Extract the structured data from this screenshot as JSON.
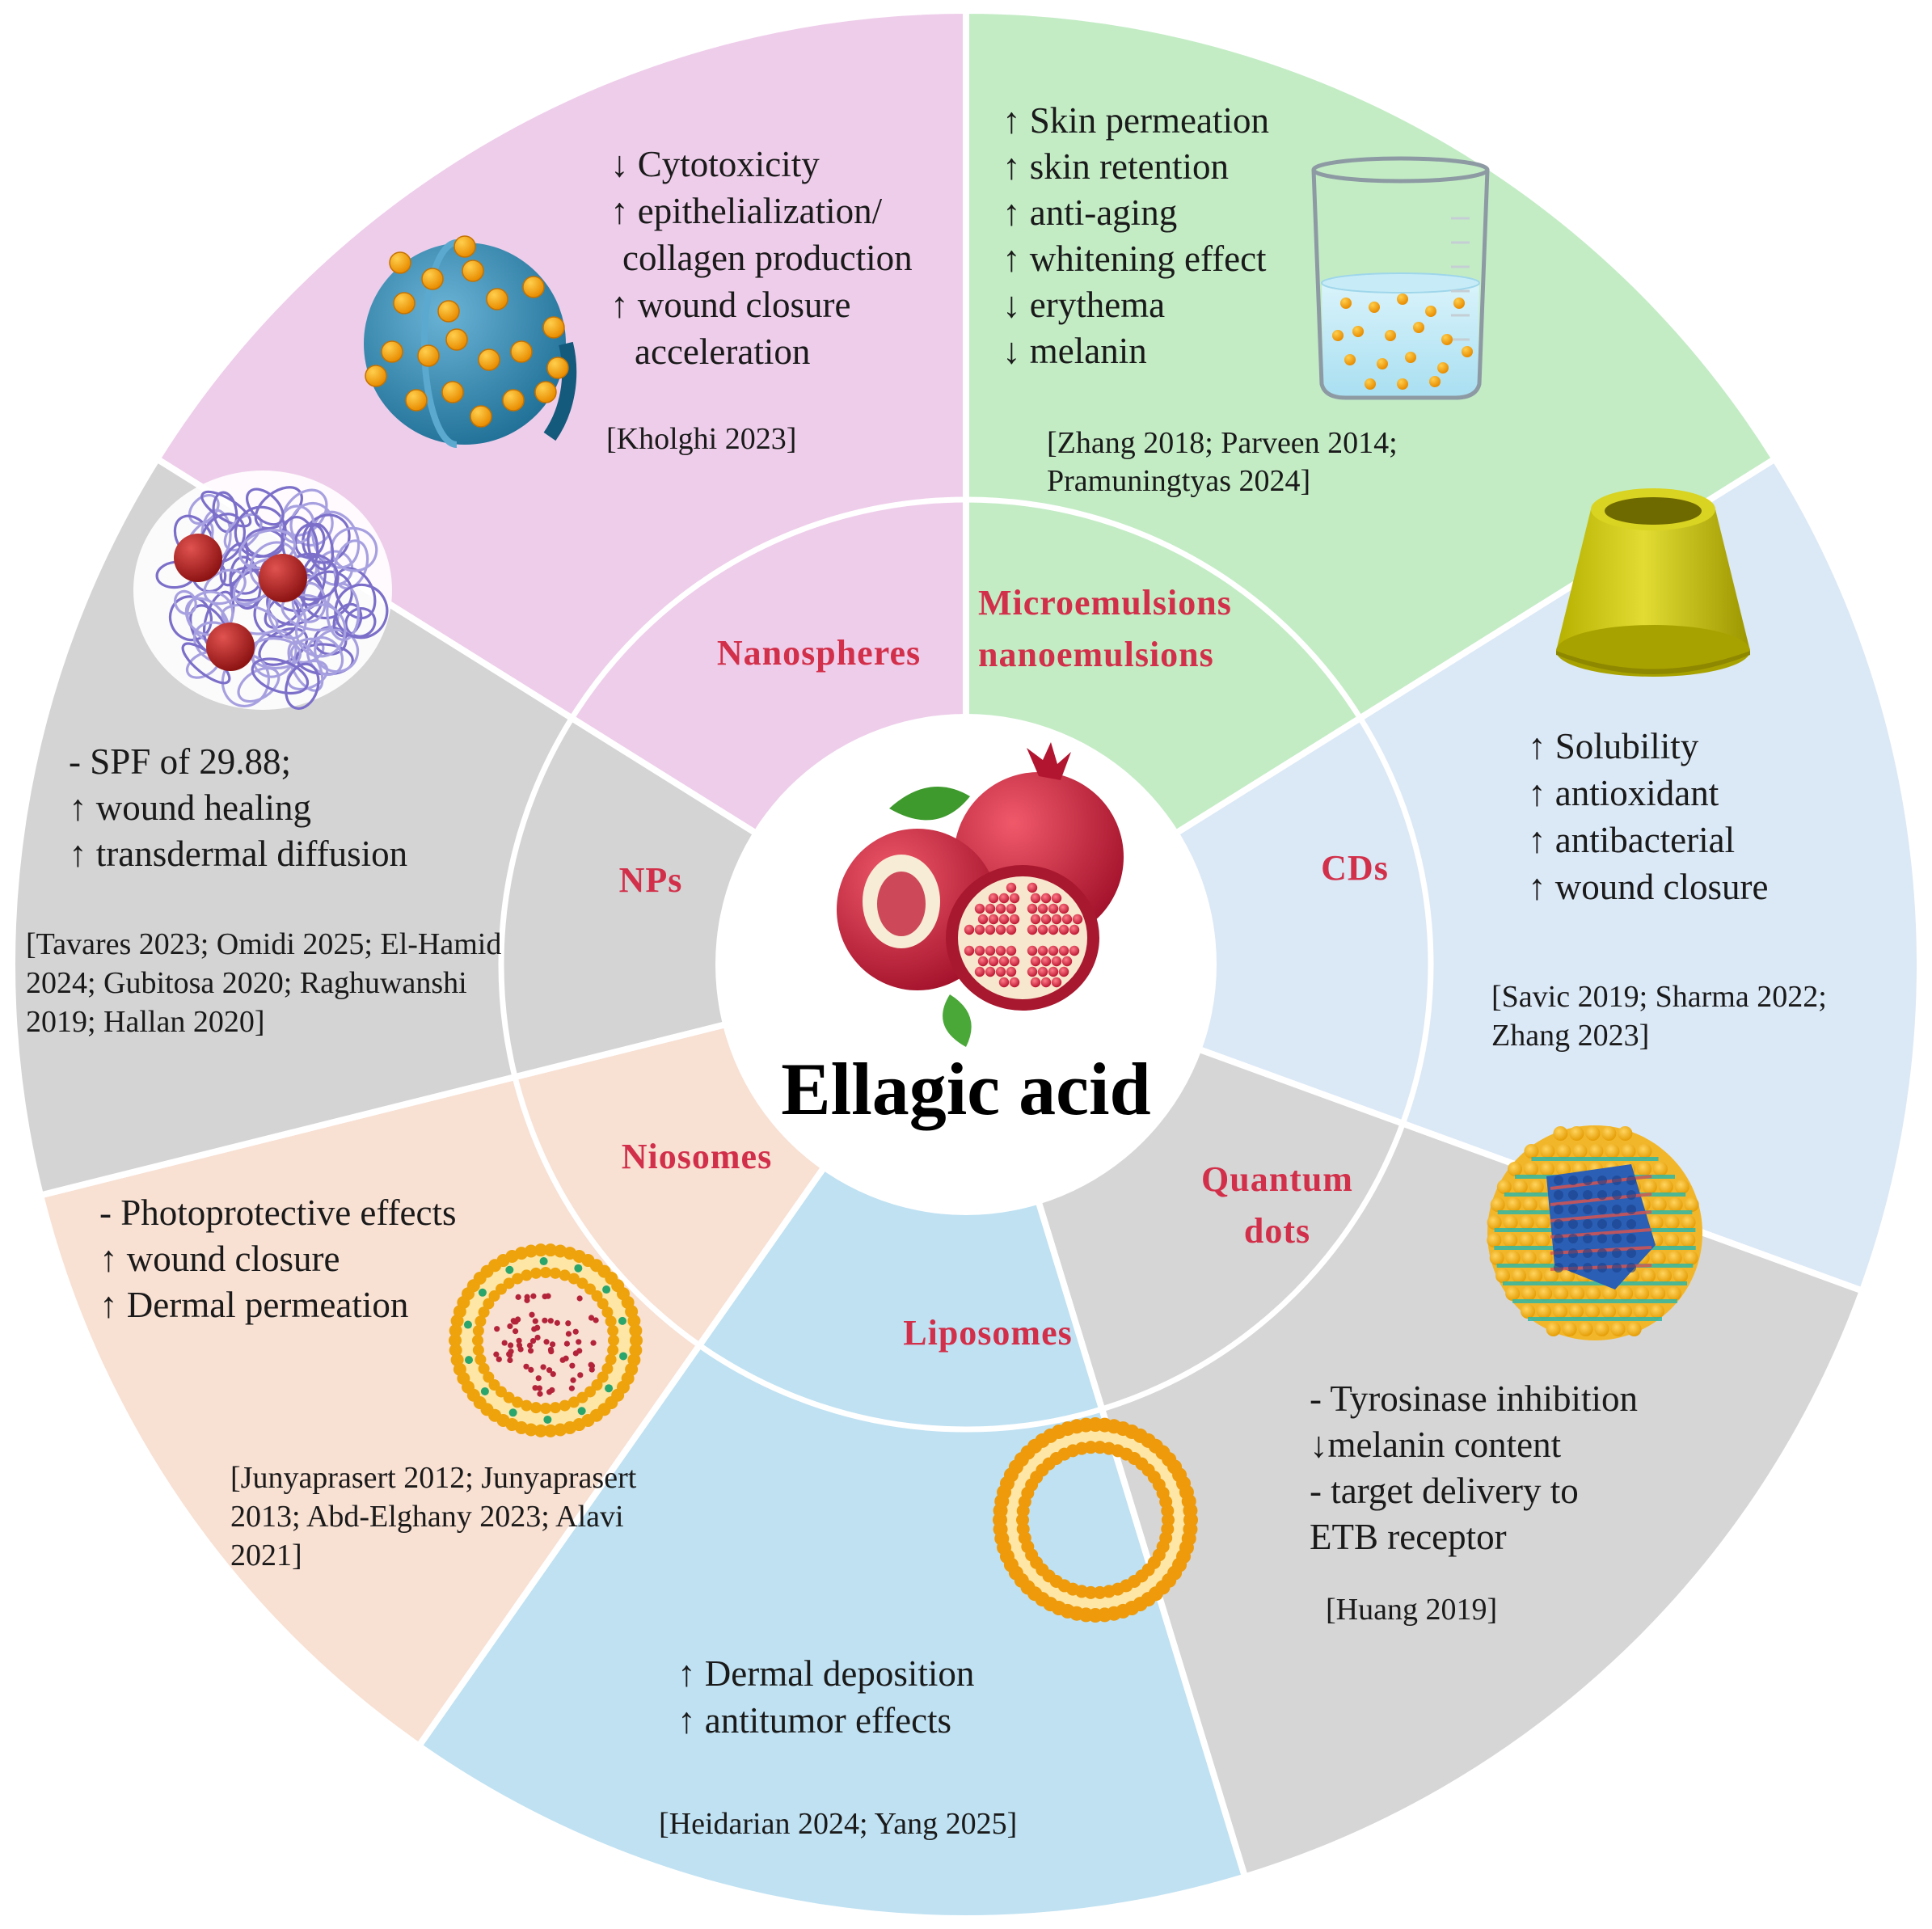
{
  "center": {
    "title": "Ellagic acid",
    "image": "pomegranate-icon"
  },
  "segments": [
    {
      "id": "nanospheres",
      "label": [
        "Nanospheres"
      ],
      "color": "#eecdea",
      "effects": [
        "↓ Cytotoxicity",
        "↑ epithelialization/",
        "collagen production",
        "↑ wound closure",
        "acceleration"
      ],
      "refs": [
        "[Kholghi 2023]"
      ],
      "icon": "nanosphere-icon"
    },
    {
      "id": "microemulsions",
      "label": [
        "Microemulsions",
        "nanoemulsions"
      ],
      "color": "#c3ecc5",
      "effects": [
        "↑ Skin permeation",
        "↑ skin retention",
        "↑ anti-aging",
        "↑ whitening effect",
        "↓ erythema",
        "↓ melanin"
      ],
      "refs": [
        "[Zhang 2018; Parveen 2014;",
        "Pramuningtyas 2024]"
      ],
      "icon": "beaker-icon"
    },
    {
      "id": "cds",
      "label": [
        "CDs"
      ],
      "color": "#dbe8f6",
      "effects": [
        "↑ Solubility",
        "↑ antioxidant",
        "↑ antibacterial",
        "↑ wound closure"
      ],
      "refs": [
        "[Savic 2019; Sharma 2022;",
        "Zhang 2023]"
      ],
      "icon": "cyclodextrin-icon"
    },
    {
      "id": "quantum-dots",
      "label": [
        "Quantum",
        "dots"
      ],
      "color": "#d6d6d6",
      "effects": [
        "- Tyrosinase inhibition",
        "↓melanin content",
        " - target delivery to",
        "ETB receptor"
      ],
      "refs": [
        "[Huang 2019]"
      ],
      "icon": "quantum-dot-icon"
    },
    {
      "id": "liposomes",
      "label": [
        "Liposomes"
      ],
      "color": "#bfe1f2",
      "effects": [
        "↑ Dermal deposition",
        "↑ antitumor effects"
      ],
      "refs": [
        "[Heidarian 2024; Yang 2025]"
      ],
      "icon": "liposome-icon"
    },
    {
      "id": "niosomes",
      "label": [
        "Niosomes"
      ],
      "color": "#f8e0d3",
      "effects": [
        "- Photoprotective effects",
        "↑ wound closure",
        "↑ Dermal permeation"
      ],
      "refs": [
        "[Junyaprasert 2012; Junyaprasert",
        "2013; Abd-Elghany 2023; Alavi",
        "2021]"
      ],
      "icon": "niosome-icon"
    },
    {
      "id": "nps",
      "label": [
        "NPs"
      ],
      "color": "#d4d4d4",
      "effects": [
        "- SPF of 29.88;",
        "↑ wound healing",
        "↑ transdermal diffusion"
      ],
      "refs": [
        "[Tavares 2023; Omidi 2025; El-Hamid",
        "2024; Gubitosa 2020; Raghuwanshi",
        "2019; Hallan 2020]"
      ],
      "icon": "polymer-np-icon"
    }
  ]
}
